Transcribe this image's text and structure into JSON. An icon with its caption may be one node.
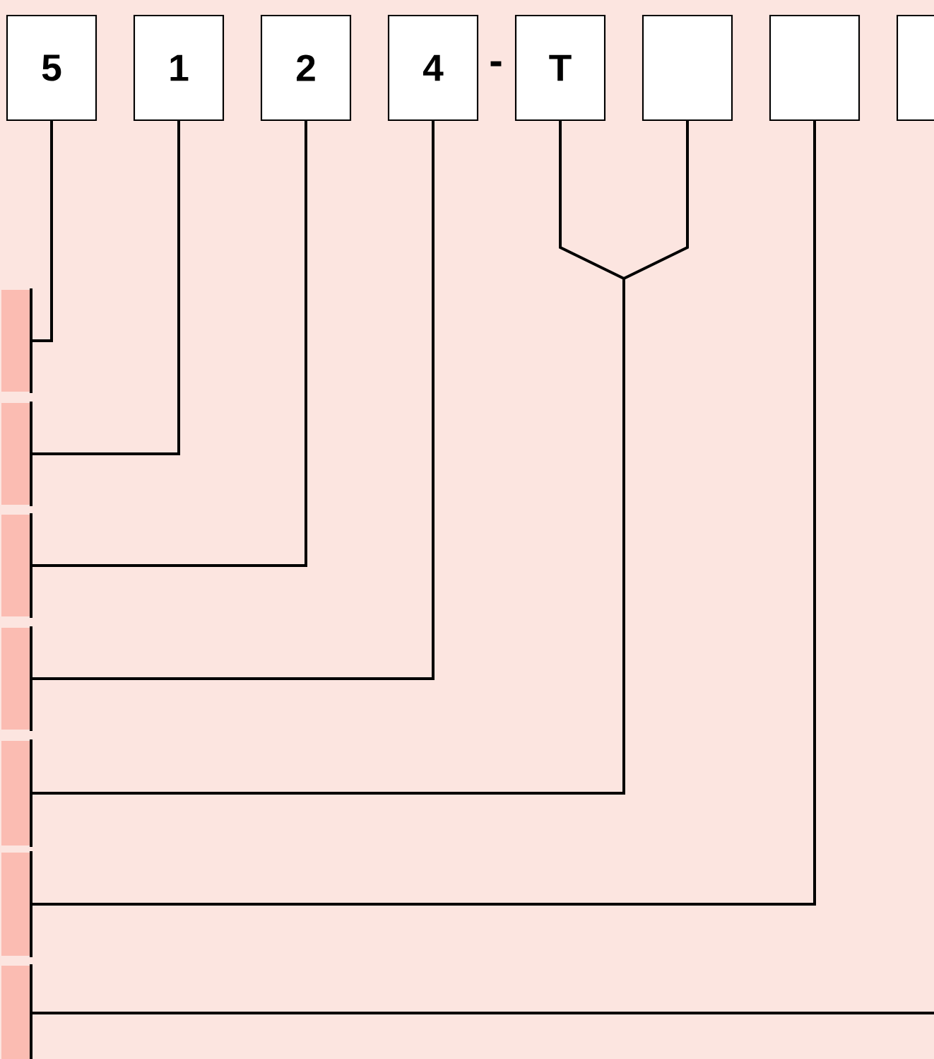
{
  "diagram": {
    "nodes": [
      {
        "text": [
          "5"
        ]
      },
      {
        "text": [
          "1"
        ]
      },
      {
        "text": [
          "2"
        ]
      },
      {
        "text": [
          "4"
        ]
      },
      {
        "text": [
          "T"
        ]
      },
      {
        "text": [],
        "shape": "box"
      },
      {
        "text": [],
        "shape": "box"
      },
      {
        "text": [],
        "shape": "box"
      },
      {
        "text": [],
        "shape": "bar"
      },
      {
        "text": [],
        "shape": "bar"
      },
      {
        "text": [],
        "shape": "bar"
      },
      {
        "text": [],
        "shape": "bar"
      },
      {
        "text": [],
        "shape": "bar"
      },
      {
        "text": [],
        "shape": "bar"
      },
      {
        "text": [],
        "shape": "bar"
      }
    ],
    "edges": [
      {
        "from": 0,
        "to": 8,
        "arrow": "none"
      },
      {
        "from": 1,
        "to": 9,
        "arrow": "none"
      },
      {
        "from": 2,
        "to": 10,
        "arrow": "none"
      },
      {
        "from": 3,
        "to": 11,
        "arrow": "none"
      },
      {
        "from": 4,
        "to": 12,
        "arrow": "none"
      },
      {
        "from": 5,
        "to": 12,
        "arrow": "none"
      },
      {
        "from": 6,
        "to": 13,
        "arrow": "none"
      },
      {
        "from": 7,
        "to": 14,
        "arrow": "none"
      }
    ],
    "labels": [
      "-"
    ]
  }
}
